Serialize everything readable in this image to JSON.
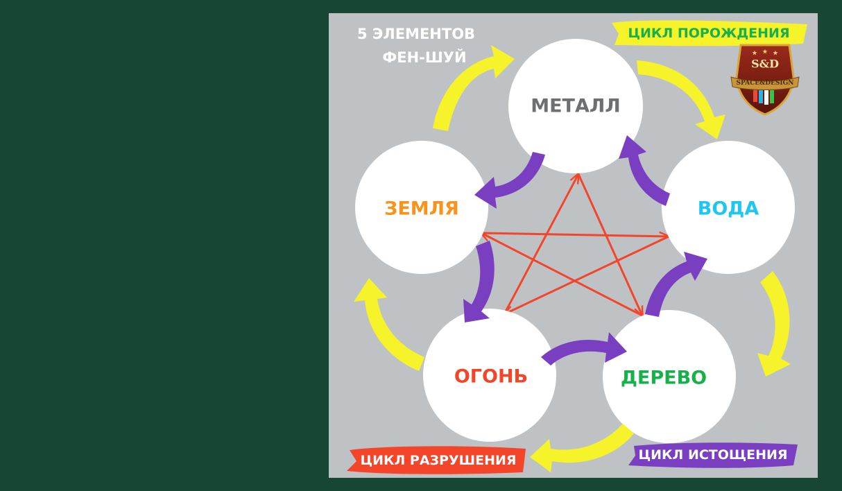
{
  "title": {
    "line1": "5 ЭЛЕМЕНТОВ",
    "line2": "ФЕН-ШУЙ"
  },
  "elements": {
    "metal": {
      "label": "МЕТАЛЛ",
      "color": "#6d6f73"
    },
    "water": {
      "label": "ВОДА",
      "color": "#1ec6f0"
    },
    "wood": {
      "label": "ДЕРЕВО",
      "color": "#17b04a"
    },
    "fire": {
      "label": "ОГОНЬ",
      "color": "#f2452a"
    },
    "earth": {
      "label": "ЗЕМЛЯ",
      "color": "#f7941d"
    }
  },
  "cycles": {
    "generation": {
      "label": "ЦИКЛ ПОРОЖДЕНИЯ",
      "color": "#f6f32a",
      "text_color": "#17b04a"
    },
    "destruction": {
      "label": "ЦИКЛ РАЗРУШЕНИЯ",
      "color": "#f2452a",
      "text_color": "#ffffff"
    },
    "exhaustion": {
      "label": "ЦИКЛ ИСТОЩЕНИЯ",
      "color": "#7a3fc0",
      "text_color": "#ffffff"
    }
  },
  "logo": {
    "monogram": "S&D",
    "ribbon": "SPACE&DESIGN"
  },
  "colors": {
    "page_background": "#184634",
    "panel_background": "#bfc2c4",
    "circle_fill": "#ffffff",
    "star_lines": "#f2452a",
    "arrow_generation": "#f6f32a",
    "arrow_exhaustion": "#7a3fc0"
  }
}
